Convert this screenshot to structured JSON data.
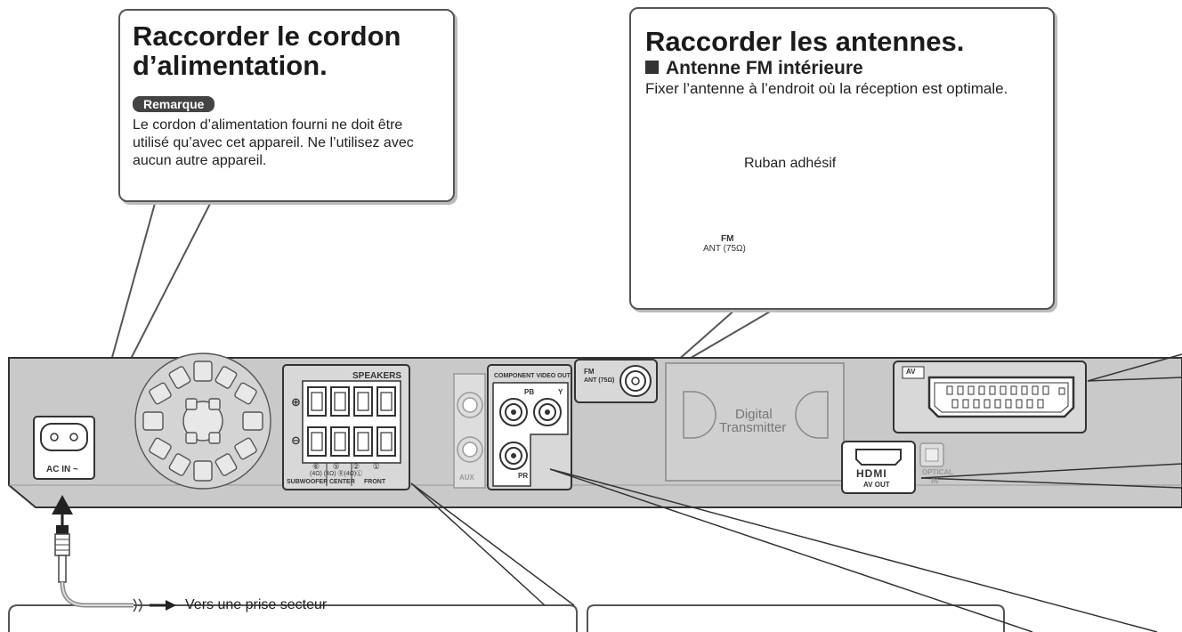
{
  "power_callout": {
    "title_line1": "Raccorder le cordon",
    "title_line2": "d’alimentation.",
    "note_badge": "Remarque",
    "note_text": "Le cordon d’alimentation fourni ne doit être utilisé qu’avec cet appareil. Ne l’utilisez avec aucun autre appareil."
  },
  "antenna_callout": {
    "title": "Raccorder les antennes.",
    "subtitle": "Antenne FM intérieure",
    "body": "Fixer l’antenne à l’endroit où la réception est optimale.",
    "tape_label": "Ruban adhésif",
    "fm_label_line1": "FM",
    "fm_label_line2": "ANT (75Ω)"
  },
  "panel": {
    "ac_in": "AC IN ~",
    "speakers": "SPEAKERS",
    "plus": "⊕",
    "minus": "⊖",
    "speaker_numbers": "⑥ ⑤ ② ①",
    "speaker_ohms": "(4Ω) (4Ω) Ⓡ(4Ω)Ⓛ",
    "subwoofer": "SUBWOOFER",
    "center": "CENTER",
    "front": "FRONT",
    "component_video_out": "COMPONENT VIDEO OUT",
    "pb": "PB",
    "pr": "PR",
    "y": "Y",
    "aux": "AUX",
    "fm_ant_line1": "FM",
    "fm_ant_line2": "ANT (75Ω)",
    "digital": "Digital",
    "transmitter": "Transmitter",
    "av": "AV",
    "hdmi": "HDMI",
    "av_out": "AV OUT",
    "optical_line1": "OPTICAL",
    "optical_line2": "IN"
  },
  "power_plug_label": "Vers une prise secteur"
}
